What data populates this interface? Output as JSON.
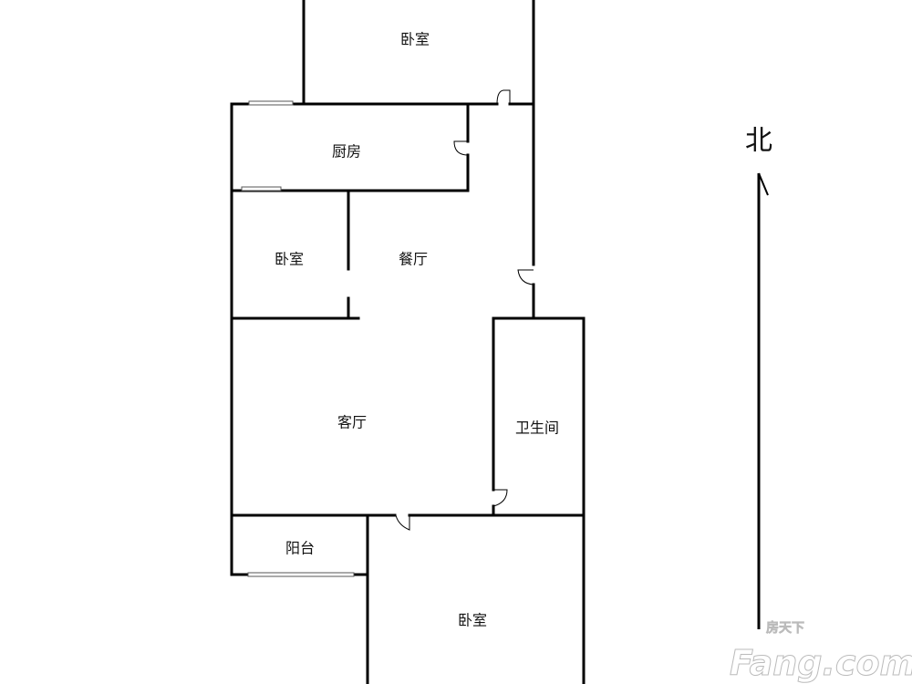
{
  "rooms": {
    "bedroom_north": "卧室",
    "kitchen": "厨房",
    "bedroom_small": "卧室",
    "dining": "餐厅",
    "living": "客厅",
    "bathroom": "卫生间",
    "balcony": "阳台",
    "bedroom_south": "卧室"
  },
  "compass": {
    "label": "北"
  },
  "watermark": {
    "cn": "房天下",
    "en": "Fang.com"
  }
}
